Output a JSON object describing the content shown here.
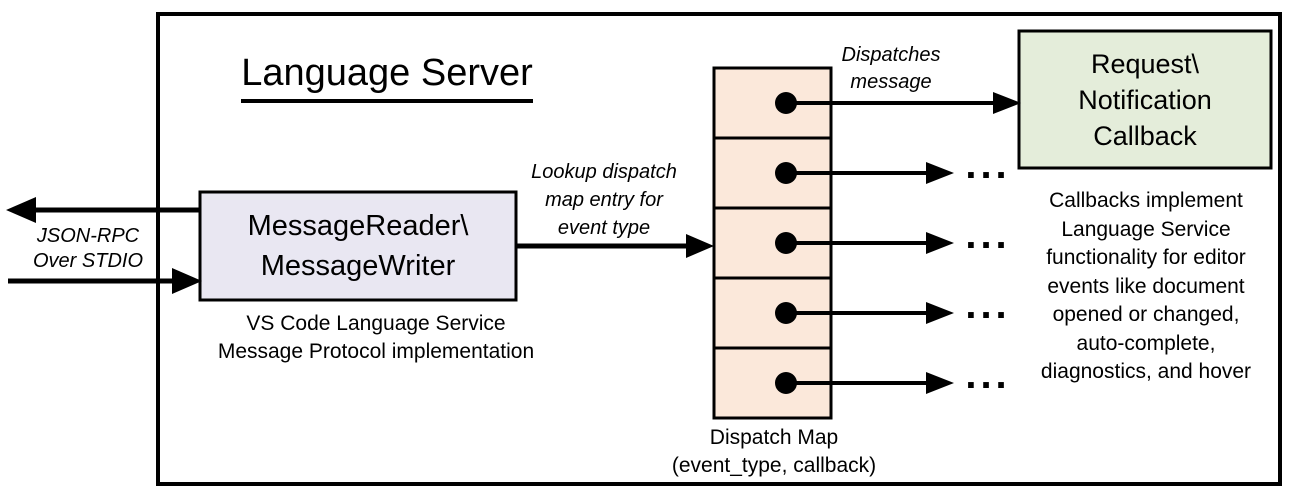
{
  "title": "Language Server",
  "io_label": {
    "line1": "JSON-RPC",
    "line2": "Over STDIO"
  },
  "message_box": {
    "line1": "MessageReader\\",
    "line2": "MessageWriter"
  },
  "message_caption": {
    "line1": "VS Code Language Service",
    "line2": "Message Protocol implementation"
  },
  "lookup_label": {
    "line1": "Lookup dispatch",
    "line2": "map entry for",
    "line3": "event type"
  },
  "dispatches_label": {
    "line1": "Dispatches",
    "line2": "message"
  },
  "callback_box": {
    "line1": "Request\\",
    "line2": "Notification",
    "line3": "Callback"
  },
  "callbacks_note": {
    "lines": [
      "Callbacks implement",
      "Language Service",
      "functionality for editor",
      "events like document",
      "opened or changed,",
      "auto-complete,",
      "diagnostics, and hover"
    ]
  },
  "dispatch_map": {
    "cells": 5,
    "label_line1": "Dispatch Map",
    "label_line2": "(event_type, callback)"
  },
  "ellipsis": "...",
  "colors": {
    "background": "#FFFFFF",
    "line_black": "#000000",
    "message_box_fill": "#E9E7F2",
    "callback_box_fill": "#E4EDDA",
    "dispatch_cell_fill": "#FBE8DA"
  }
}
